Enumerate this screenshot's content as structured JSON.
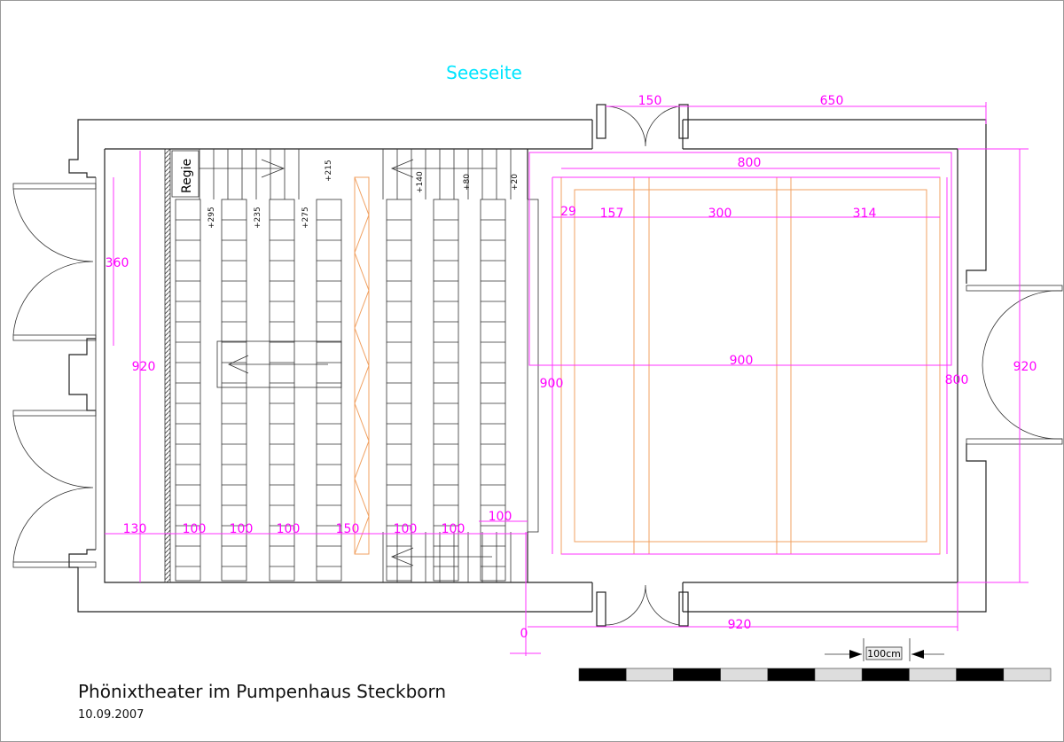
{
  "header": {
    "side_label": "Seeseite"
  },
  "footer": {
    "title": "Phönixtheater im Pumpenhaus Steckborn",
    "date": "10.09.2007"
  },
  "scale": {
    "label": "100cm",
    "segments": 10
  },
  "rooms": {
    "control_room": "Regie"
  },
  "levels": [
    "+295",
    "+235",
    "+275",
    "+215",
    "+140",
    "+80",
    "+20"
  ],
  "dims": [
    "150",
    "650",
    "800",
    "29",
    "157",
    "300",
    "314",
    "900",
    "900",
    "800",
    "920",
    "360",
    "920",
    "130",
    "100",
    "100",
    "100",
    "150",
    "100",
    "100",
    "100",
    "920",
    "0"
  ],
  "colors": {
    "dimension": "#ff00ff",
    "stage": "#f0a060",
    "accent": "#00e5ff"
  }
}
